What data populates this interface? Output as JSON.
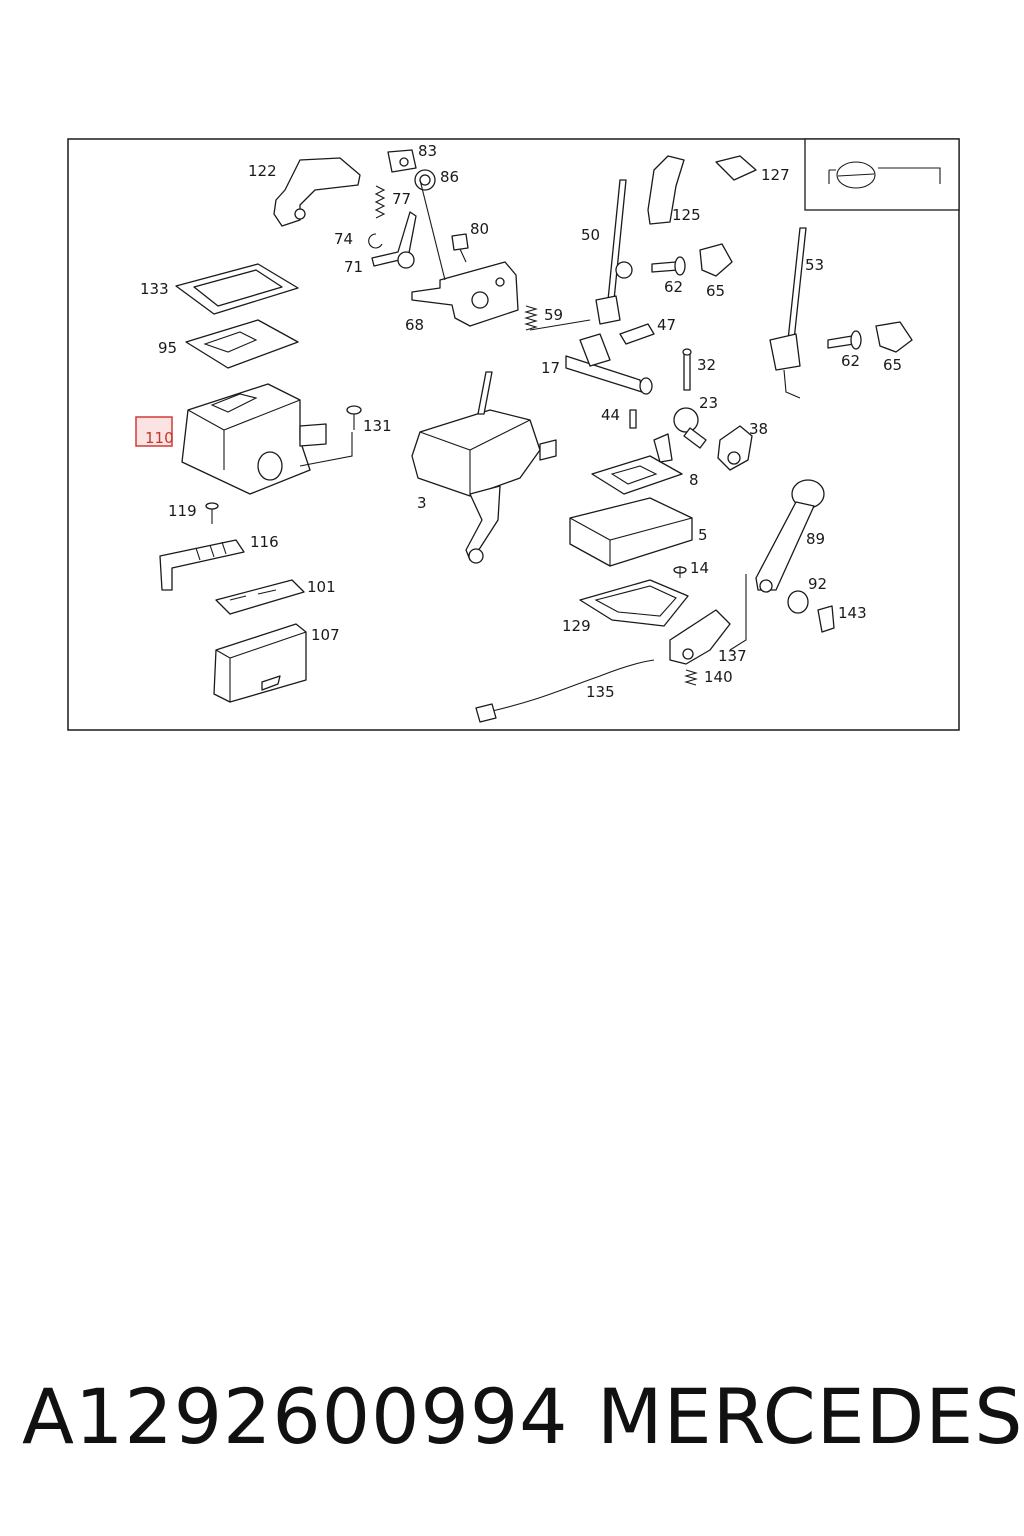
{
  "callouts": [
    {
      "id": "122",
      "highlight": false
    },
    {
      "id": "83",
      "highlight": false
    },
    {
      "id": "86",
      "highlight": false
    },
    {
      "id": "77",
      "highlight": false
    },
    {
      "id": "74",
      "highlight": false
    },
    {
      "id": "71",
      "highlight": false
    },
    {
      "id": "80",
      "highlight": false
    },
    {
      "id": "68",
      "highlight": false
    },
    {
      "id": "133",
      "highlight": false
    },
    {
      "id": "95",
      "highlight": false
    },
    {
      "id": "110",
      "highlight": true
    },
    {
      "id": "131",
      "highlight": false
    },
    {
      "id": "119",
      "highlight": false
    },
    {
      "id": "116",
      "highlight": false
    },
    {
      "id": "101",
      "highlight": false
    },
    {
      "id": "107",
      "highlight": false
    },
    {
      "id": "59",
      "highlight": false
    },
    {
      "id": "50",
      "highlight": false
    },
    {
      "id": "127",
      "highlight": false
    },
    {
      "id": "125",
      "highlight": false
    },
    {
      "id": "62",
      "highlight": false
    },
    {
      "id": "65",
      "highlight": false
    },
    {
      "id": "53",
      "highlight": false
    },
    {
      "id": "62",
      "highlight": false
    },
    {
      "id": "65",
      "highlight": false
    },
    {
      "id": "47",
      "highlight": false
    },
    {
      "id": "17",
      "highlight": false
    },
    {
      "id": "32",
      "highlight": false
    },
    {
      "id": "44",
      "highlight": false
    },
    {
      "id": "23",
      "highlight": false
    },
    {
      "id": "38",
      "highlight": false
    },
    {
      "id": "3",
      "highlight": false
    },
    {
      "id": "8",
      "highlight": false
    },
    {
      "id": "5",
      "highlight": false
    },
    {
      "id": "89",
      "highlight": false
    },
    {
      "id": "14",
      "highlight": false
    },
    {
      "id": "92",
      "highlight": false
    },
    {
      "id": "143",
      "highlight": false
    },
    {
      "id": "129",
      "highlight": false
    },
    {
      "id": "137",
      "highlight": false
    },
    {
      "id": "140",
      "highlight": false
    },
    {
      "id": "135",
      "highlight": false
    }
  ],
  "caption": {
    "part_number": "A1292600994",
    "brand": "MERCEDES"
  },
  "colors": {
    "highlight_border": "#d23a3a",
    "highlight_fill": "#fbe3e3",
    "line": "#1a1a1a"
  }
}
